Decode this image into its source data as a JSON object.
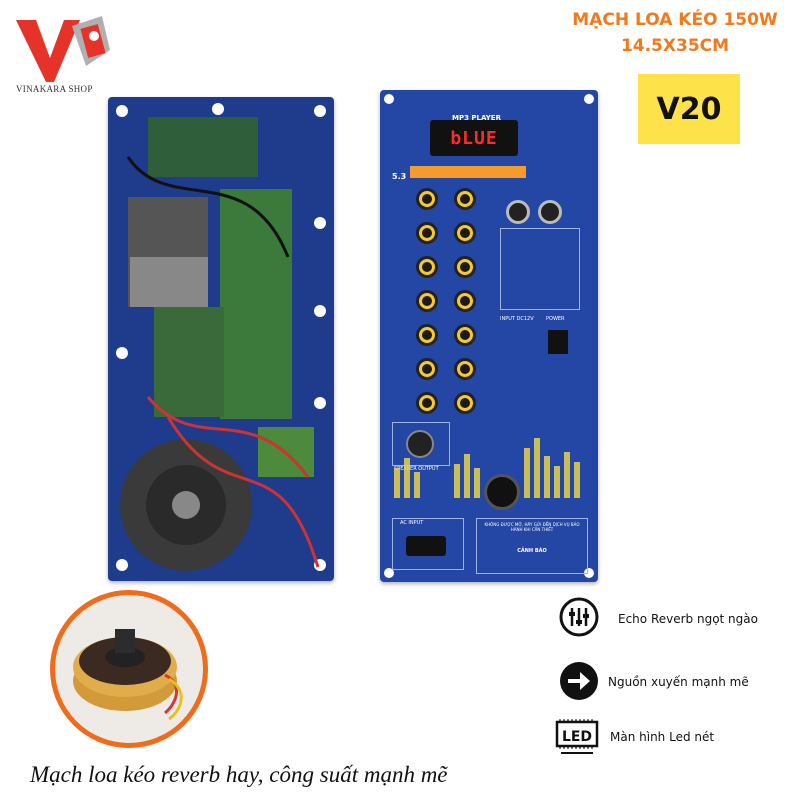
{
  "brand": {
    "shop_name": "VINAKARA SHOP"
  },
  "header": {
    "title_line1": "MẠCH LOA KÉO 150W",
    "title_line2": "14.5X35CM",
    "model": "V20"
  },
  "panel": {
    "display_text": "bLUE",
    "mp3_label": "MP3 PLAYER",
    "version": "5.3",
    "speaker_output": "SPEAKER OUTPUT",
    "ac_input": "AC INPUT",
    "input_dc": "INPUT DC12V",
    "power": "POWER",
    "warning_title": "CẢNH BÁO",
    "warranty_note": "KHÔNG ĐƯỢC MỞ, HÃY GỬI ĐẾN DỊCH VỤ BẢO HÀNH KHI CẦN THIẾT"
  },
  "features": [
    {
      "icon": "equalizer-icon",
      "label": "Echo Reverb ngọt ngào"
    },
    {
      "icon": "arrow-right-icon",
      "label": "Nguồn xuyến mạnh mẽ"
    },
    {
      "icon": "led-display-icon",
      "label": "Màn hình Led nét"
    }
  ],
  "caption": "Mạch loa kéo reverb hay, công suất mạnh mẽ",
  "colors": {
    "accent_orange": "#f07a1c",
    "badge_yellow": "#fde24a",
    "board_blue": "#2446a4"
  }
}
